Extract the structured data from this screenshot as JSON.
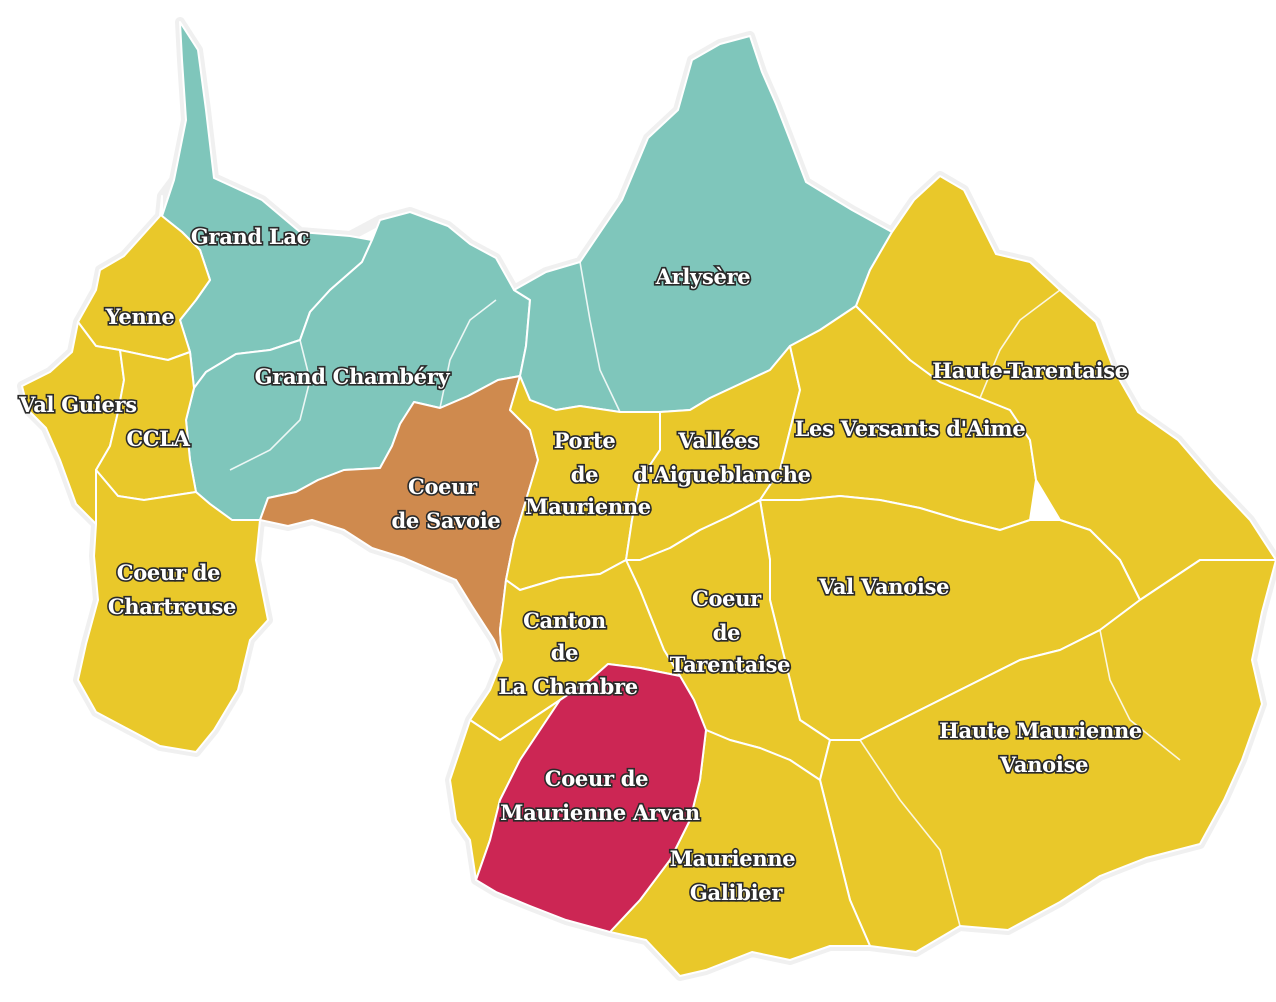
{
  "colors": {
    "teal": "#7fc6bb",
    "yellow": "#e9c82a",
    "brown": "#cf8a4e",
    "crimson": "#cc2654",
    "border": "#ffffff"
  },
  "regions": {
    "grand_lac": {
      "lines": [
        "Grand Lac"
      ]
    },
    "arlysere": {
      "lines": [
        "Arlysère"
      ]
    },
    "yenne": {
      "lines": [
        "Yenne"
      ]
    },
    "grand_chambery": {
      "lines": [
        "Grand Chambéry"
      ]
    },
    "haute_tarentaise": {
      "lines": [
        "Haute-Tarentaise"
      ]
    },
    "val_guiers": {
      "lines": [
        "Val Guiers"
      ]
    },
    "ccla": {
      "lines": [
        "CCLA"
      ]
    },
    "porte_de_maurienne": {
      "lines": [
        "Porte",
        "de",
        "Maurienne"
      ]
    },
    "vallees_aigueblanche": {
      "lines": [
        "Vallées",
        "d'Aigueblanche"
      ]
    },
    "versants_aime": {
      "lines": [
        "Les Versants d'Aime"
      ]
    },
    "coeur_de_savoie": {
      "lines": [
        "Coeur",
        "de Savoie"
      ]
    },
    "coeur_de_chartreuse": {
      "lines": [
        "Coeur de",
        "Chartreuse"
      ]
    },
    "val_vanoise": {
      "lines": [
        "Val Vanoise"
      ]
    },
    "coeur_de_tarentaise": {
      "lines": [
        "Coeur",
        "de",
        "Tarentaise"
      ]
    },
    "canton_la_chambre": {
      "lines": [
        "Canton",
        "de",
        "La Chambre"
      ]
    },
    "haute_maurienne_vanoise": {
      "lines": [
        "Haute Maurienne",
        "Vanoise"
      ]
    },
    "coeur_maurienne_arvan": {
      "lines": [
        "Coeur de",
        "Maurienne Arvan"
      ]
    },
    "maurienne_galibier": {
      "lines": [
        "Maurienne",
        "Galibier"
      ]
    }
  }
}
